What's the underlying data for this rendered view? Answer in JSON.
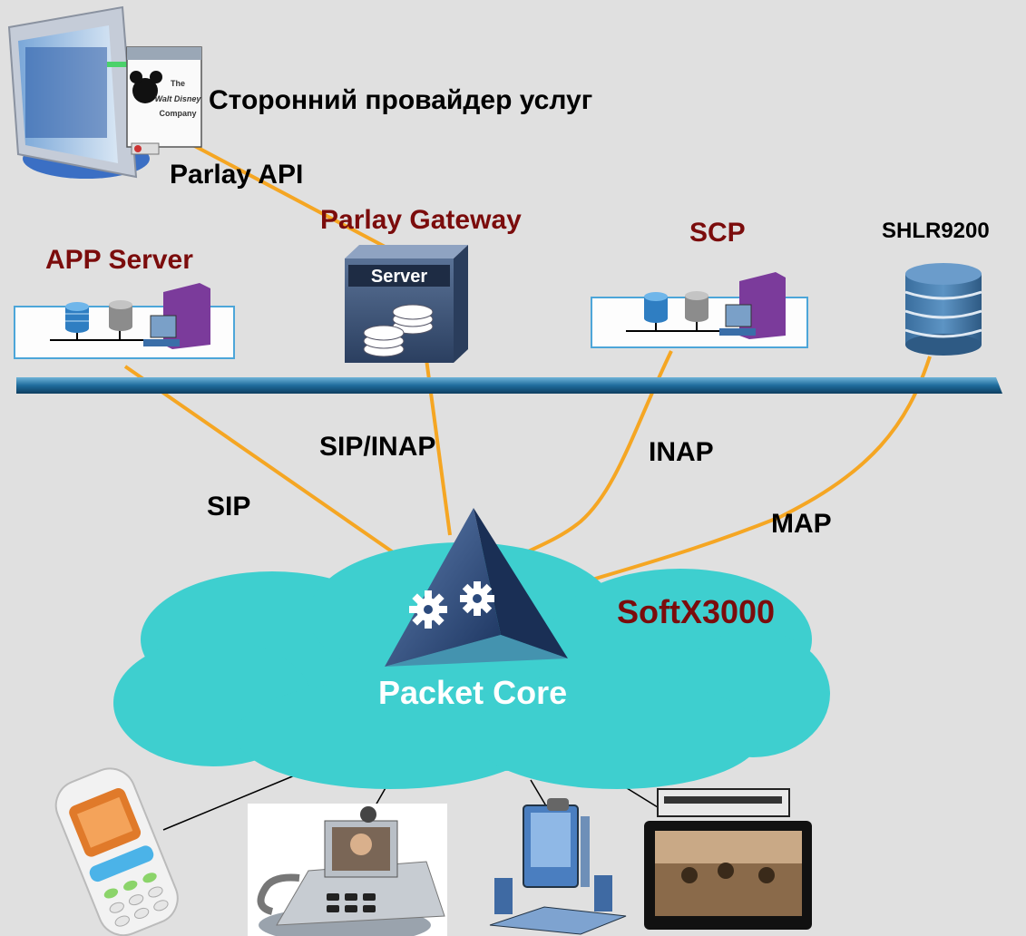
{
  "provider_label": "Сторонний провайдер услуг",
  "parlay_api_label": "Parlay API",
  "parlay_gateway_label": "Parlay Gateway",
  "server_badge": "Server",
  "app_server_label": "APP Server",
  "scp_label": "SCP",
  "shlr_label": "SHLR9200",
  "sip_inap_label": "SIP/INAP",
  "sip_label": "SIP",
  "inap_label": "INAP",
  "map_label": "MAP",
  "softx_label": "SoftX3000",
  "packet_core_label": "Packet Core",
  "monitor_logo_text": [
    "The",
    "Walt Disney",
    "Company"
  ],
  "colors": {
    "background": "#e0e0e0",
    "link": "#f5a623",
    "red_label": "#7b0c0c",
    "cloud": "#3ecfcf",
    "bus": "#1f6c9c",
    "triangle": "#2b4a7c"
  },
  "icons": [
    "desktop-computer-icon",
    "server-icon",
    "database-icon",
    "gear-icon",
    "mobile-phone-icon",
    "video-phone-icon",
    "pc-workstation-icon",
    "video-conference-tv-icon"
  ]
}
